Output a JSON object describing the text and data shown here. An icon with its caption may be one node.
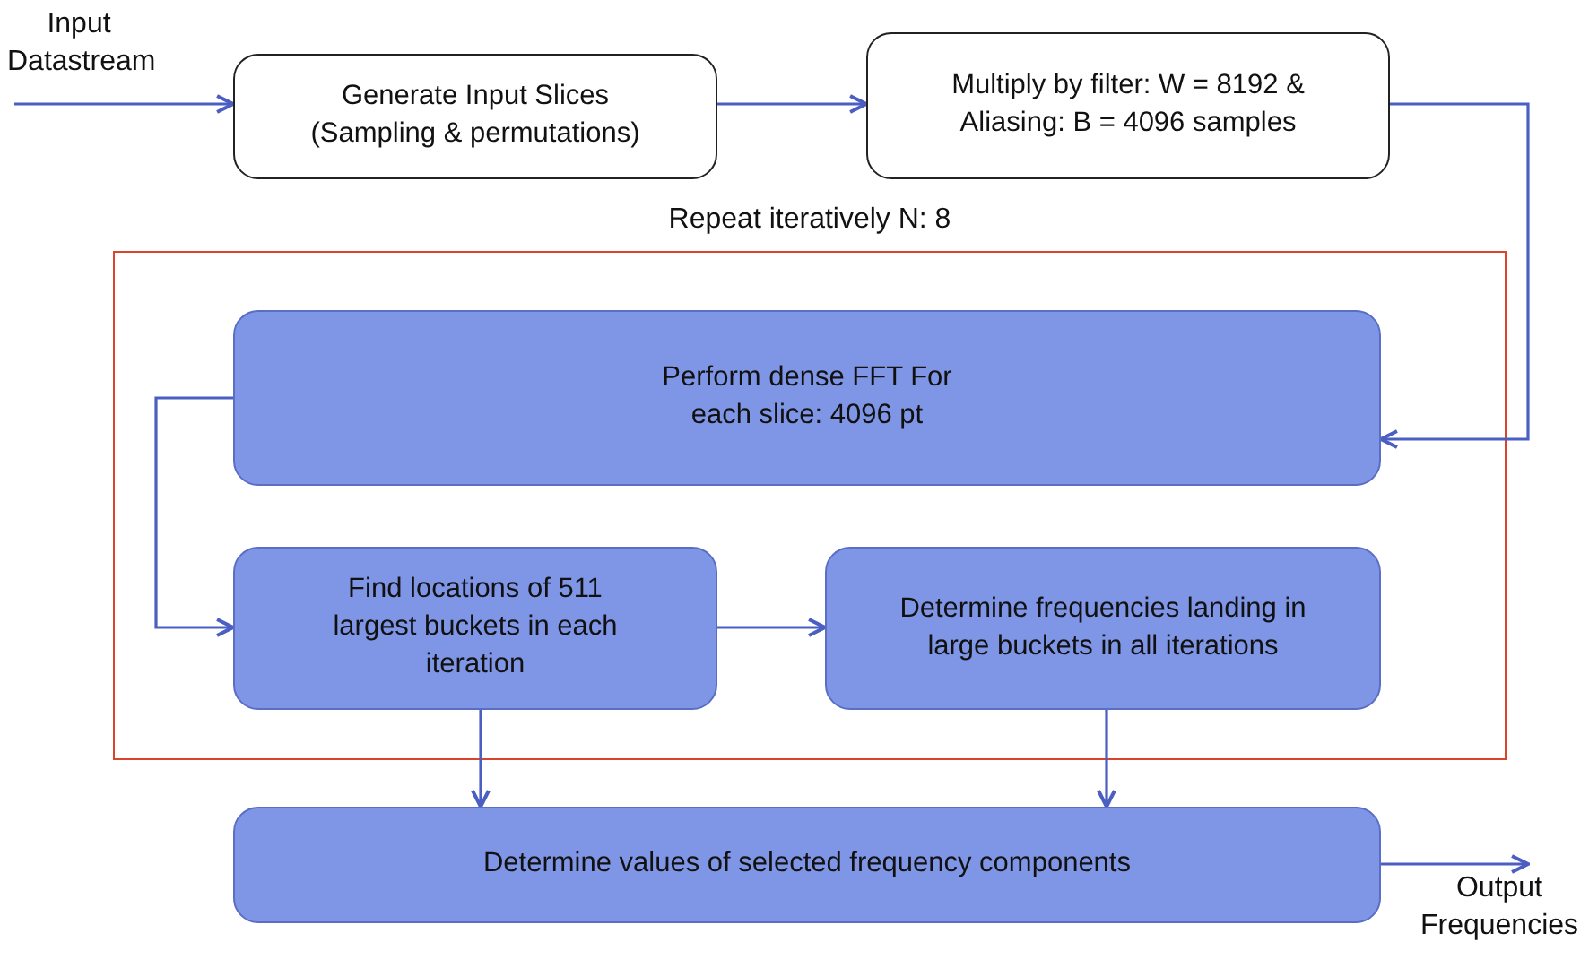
{
  "diagram": {
    "nodes": [
      {
        "text": [
          "Input Datastream"
        ]
      },
      {
        "text": [
          "Generate Input Slices (Sampling & permutations)"
        ]
      },
      {
        "text": [
          "Multiply by filter: W = 8192 & Aliasing: B = 4096 samples"
        ]
      },
      {
        "text": [
          "Repeat iteratively N: 8"
        ]
      },
      {
        "text": [
          "Perform dense FFT For each slice: 4096 pt"
        ],
        "in": 3
      },
      {
        "text": [
          "Find locations of 511 largest buckets in each iteration"
        ],
        "in": 3
      },
      {
        "text": [
          "Determine frequencies landing in large buckets in all iterations"
        ],
        "in": 3
      },
      {
        "text": [
          "Determine values of selected frequency components"
        ]
      },
      {
        "text": [
          "Output Frequencies"
        ]
      }
    ],
    "edges": [
      {
        "from": 0,
        "to": 1,
        "arrow": "to"
      },
      {
        "from": 1,
        "to": 2,
        "arrow": "to"
      },
      {
        "from": 2,
        "to": 4,
        "arrow": "to"
      },
      {
        "from": 4,
        "to": 5,
        "arrow": "to"
      },
      {
        "from": 5,
        "to": 6,
        "arrow": "to"
      },
      {
        "from": 5,
        "to": 7,
        "arrow": "to"
      },
      {
        "from": 6,
        "to": 7,
        "arrow": "to"
      },
      {
        "from": 7,
        "to": 8,
        "arrow": "to"
      }
    ]
  }
}
